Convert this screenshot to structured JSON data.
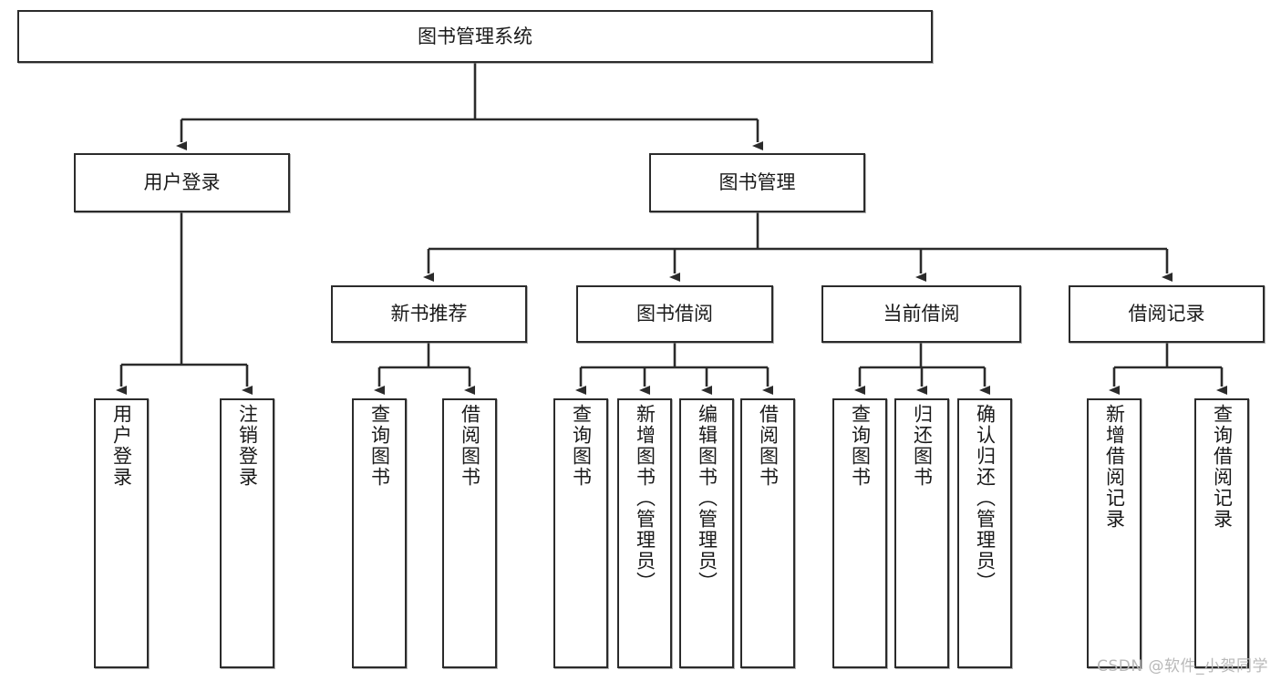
{
  "diagram": {
    "title": "图书管理系统",
    "type": "tree",
    "root": {
      "label": "图书管理系统"
    },
    "level2": [
      {
        "label": "用户登录"
      },
      {
        "label": "图书管理"
      }
    ],
    "level3": [
      {
        "label": "新书推荐"
      },
      {
        "label": "图书借阅"
      },
      {
        "label": "当前借阅"
      },
      {
        "label": "借阅记录"
      }
    ],
    "leaves": {
      "user_login": [
        {
          "label": "用户登录"
        },
        {
          "label": "注销登录"
        }
      ],
      "new_book_recommend": [
        {
          "label": "查询图书"
        },
        {
          "label": "借阅图书"
        }
      ],
      "book_borrow": [
        {
          "label": "查询图书"
        },
        {
          "label": "新增图书（管理员）"
        },
        {
          "label": "编辑图书（管理员）"
        },
        {
          "label": "借阅图书"
        }
      ],
      "current_borrow": [
        {
          "label": "查询图书"
        },
        {
          "label": "归还图书"
        },
        {
          "label": "确认归还（管理员）"
        }
      ],
      "borrow_record": [
        {
          "label": "新增借阅记录"
        },
        {
          "label": "查询借阅记录"
        }
      ]
    },
    "watermark": "CSDN @软件_小贺同学",
    "colors": {
      "stroke": "#2b2b2b",
      "fill": "#ffffff",
      "text": "#1a1a1a",
      "watermark": "#b9b9b9"
    }
  }
}
